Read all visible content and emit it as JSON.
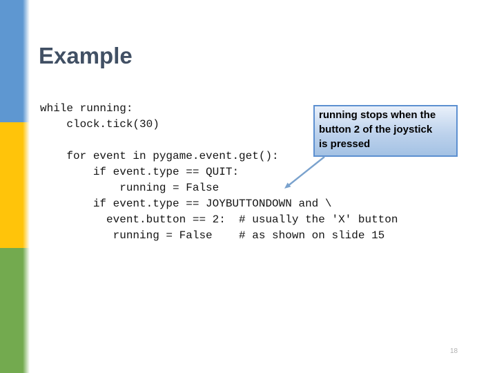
{
  "slide": {
    "title": "Example",
    "page_number": "18",
    "code": "while running:\n    clock.tick(30)\n\n    for event in pygame.event.get():\n        if event.type == QUIT:\n            running = False\n        if event.type == JOYBUTTONDOWN and \\\n          event.button == 2:  # usually the 'X' button\n           running = False    # as shown on slide 15",
    "callout": {
      "lines": {
        "0": "running stops when the",
        "1": "button 2 of the joystick",
        "2": "is pressed"
      }
    }
  },
  "theme": {
    "bar-blue": "#5E97D1",
    "bar-yellow": "#FFC40A",
    "bar-green": "#73AA4F",
    "title-color": "#415064",
    "code-color": "#141414",
    "callout-border": "#5C8FD0",
    "callout-fill-top": "#E9F0FA",
    "callout-fill-mid": "#BDD2EC",
    "callout-fill-bottom": "#A4C2E4",
    "arrow-color": "#7AA2CD",
    "page-color": "#B1B1B1"
  }
}
